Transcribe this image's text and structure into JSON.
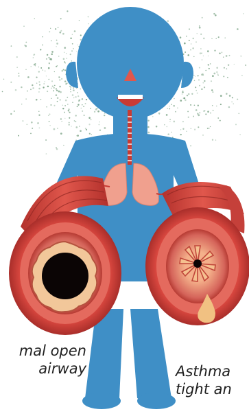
{
  "labels": {
    "normal_line1": "mal open",
    "normal_line2": "airway",
    "asthma_line1": "Asthma",
    "asthma_line2": "tight an"
  },
  "colors": {
    "body": "#3f8fc6",
    "airway_wall": "#d9473f",
    "airway_dark": "#a92e2a",
    "lungs": "#f0a08e",
    "lumen": "#0b0505",
    "mucus": "#f1c182",
    "particles": "#6f9a7a"
  },
  "icons": [
    "person-silhouette",
    "lungs-icon",
    "trachea-icon",
    "airway-cross-section-icon",
    "mucus-drop-icon"
  ]
}
